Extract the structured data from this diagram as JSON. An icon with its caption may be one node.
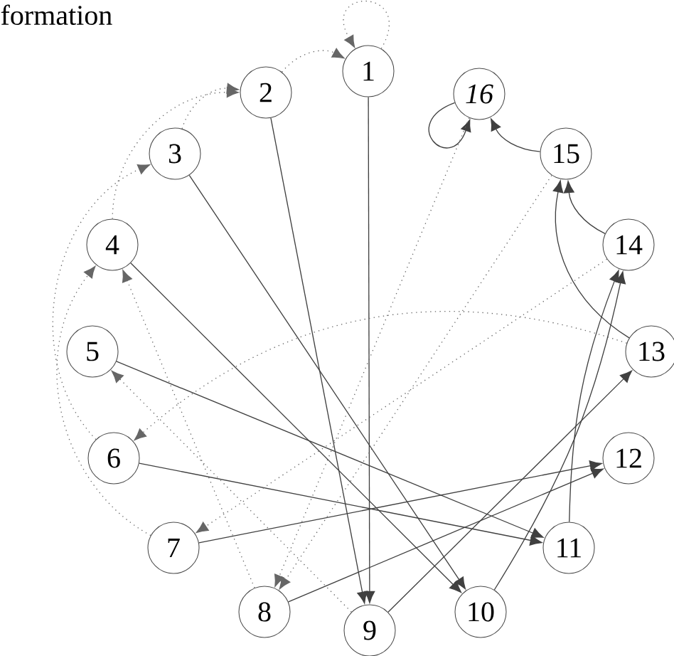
{
  "diagram": {
    "nodes": [
      {
        "text": [
          "1"
        ]
      },
      {
        "text": [
          "2"
        ]
      },
      {
        "text": [
          "3"
        ]
      },
      {
        "text": [
          "4"
        ]
      },
      {
        "text": [
          "5"
        ]
      },
      {
        "text": [
          "6"
        ]
      },
      {
        "text": [
          "7"
        ]
      },
      {
        "text": [
          "8"
        ]
      },
      {
        "text": [
          "9"
        ]
      },
      {
        "text": [
          "10"
        ]
      },
      {
        "text": [
          "11"
        ]
      },
      {
        "text": [
          "12"
        ]
      },
      {
        "text": [
          "13"
        ]
      },
      {
        "text": [
          "14"
        ]
      },
      {
        "text": [
          "15"
        ]
      },
      {
        "text": [
          "16"
        ]
      }
    ],
    "edges": [
      {
        "from": 0,
        "to": 8,
        "arrow": "to"
      },
      {
        "from": 1,
        "to": 8,
        "arrow": "to"
      },
      {
        "from": 2,
        "to": 9,
        "arrow": "to"
      },
      {
        "from": 3,
        "to": 9,
        "arrow": "to"
      },
      {
        "from": 4,
        "to": 10,
        "arrow": "to"
      },
      {
        "from": 5,
        "to": 10,
        "arrow": "to"
      },
      {
        "from": 6,
        "to": 11,
        "arrow": "to"
      },
      {
        "from": 7,
        "to": 11,
        "arrow": "to"
      },
      {
        "from": 8,
        "to": 12,
        "arrow": "to"
      },
      {
        "from": 9,
        "to": 13,
        "arrow": "to"
      },
      {
        "from": 10,
        "to": 13,
        "arrow": "to"
      },
      {
        "from": 12,
        "to": 14,
        "arrow": "to"
      },
      {
        "from": 13,
        "to": 14,
        "arrow": "to"
      },
      {
        "from": 14,
        "to": 15,
        "arrow": "to"
      },
      {
        "from": 15,
        "to": 15,
        "arrow": "to"
      },
      {
        "from": 0,
        "to": 0,
        "arrow": "to",
        "style": "dashed"
      },
      {
        "from": 1,
        "to": 0,
        "arrow": "to",
        "style": "dashed"
      },
      {
        "from": 2,
        "to": 1,
        "arrow": "to",
        "style": "dashed"
      },
      {
        "from": 3,
        "to": 1,
        "arrow": "to",
        "style": "dashed"
      },
      {
        "from": 5,
        "to": 2,
        "arrow": "to",
        "style": "dashed"
      },
      {
        "from": 6,
        "to": 3,
        "arrow": "to",
        "style": "dashed"
      },
      {
        "from": 7,
        "to": 3,
        "arrow": "to",
        "style": "dashed"
      },
      {
        "from": 8,
        "to": 4,
        "arrow": "to",
        "style": "dashed"
      },
      {
        "from": 12,
        "to": 5,
        "arrow": "to",
        "style": "dashed"
      },
      {
        "from": 13,
        "to": 6,
        "arrow": "to",
        "style": "dashed"
      },
      {
        "from": 14,
        "to": 7,
        "arrow": "to",
        "style": "dashed"
      },
      {
        "from": 15,
        "to": 7,
        "arrow": "to",
        "style": "dashed"
      }
    ],
    "labels": [
      "formation"
    ]
  }
}
